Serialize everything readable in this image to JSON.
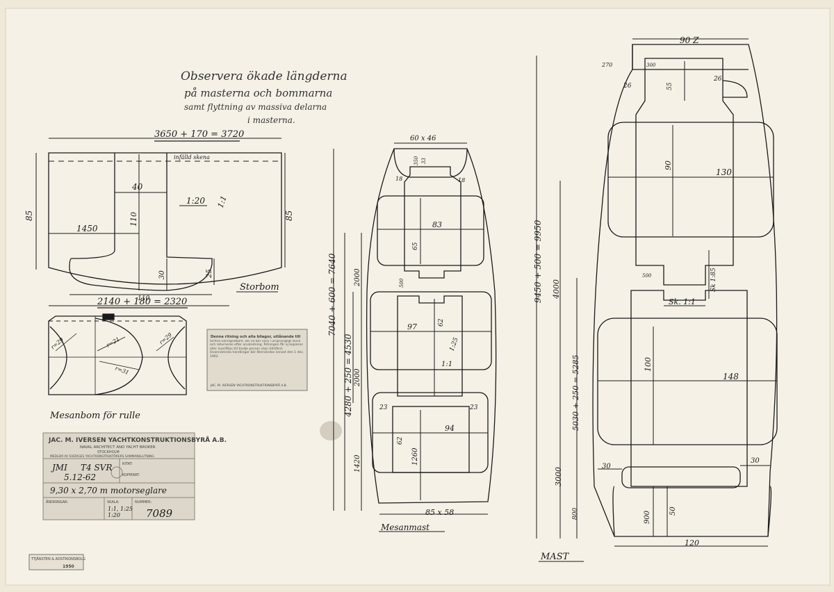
{
  "note": {
    "line1": "Observera ökade längderna",
    "line2": "på masterna och bommarna",
    "line3": "samt flyttning av massiva delarna",
    "line4": "i masterna."
  },
  "storbom": {
    "label": "Storbom",
    "top_dim": "3650 + 170 = 3720",
    "bottom_dim": "2140 + 180 = 2320",
    "rail_note": "infälld skena",
    "left_height": "85",
    "right_height": "85",
    "width_40": "40",
    "dim_110_v": "110",
    "dim_1450": "1450",
    "scale_1_20": "1:20",
    "scale_1_1": "1:1",
    "dim_30": "30",
    "dim_25": "25",
    "dim_110_h": "110"
  },
  "mesanbom": {
    "label": "Mesanbom för rulle",
    "r29_left": "r=29",
    "r21": "r=21",
    "r29_right": "r=29",
    "r31": "r=31"
  },
  "notice": {
    "title": "Denna ritning och alla bilagor, utlånande till",
    "body": "förfina näringsidkare. De 10 bör vara i ursprungligt skick och returneras efter användning. Ritningen får ej kopieras eller överlåtas till tredje person utan tillstånd. Ovannämnda handlingar bör återsändas senast den 1 dec. 1962.",
    "footer": "JAC. M. IVERSEN YACHTKONSTRUKTIONSBYRÅ A.B."
  },
  "titleblock": {
    "company": "JAC. M. IVERSEN YACHTKONSTRUKTIONSBYRÅ A.B.",
    "sub1": "NAVAL ARCHITECT AND YACHT BROKER",
    "sub2": "STOCKHOLM",
    "sub3": "MEDLEM AV SVERIGES YACHTKONSTRUKTÖRERS SAMMANSLUTNING",
    "ritat_label": "RITAT:",
    "kopierat_label": "KOPIERAT:",
    "drawn_by": "JMI",
    "checked_by": "T4 SVR",
    "date": "5.12-62",
    "vessel": "9,30 x 2,70 m motorseglare",
    "andringar_label": "ÄNDRINGAR:",
    "skala_label": "SKALA:",
    "scale": "1:1, 1:25",
    "scale2": "1:20",
    "nummer_label": "NUMMER:",
    "number": "7089"
  },
  "stamp_small": {
    "line1": "TTJÄNSTEN & ADSTRIONSBOLG",
    "line2": "1950"
  },
  "mesanmast": {
    "label": "Mesanmast",
    "top_dim": "60 x 46",
    "bottom_dim": "85 x 58",
    "overall": "7040 + 600 = 7640",
    "lower": "4280 + 250 = 4530",
    "d2000a": "2000",
    "d2000b": "2000",
    "d1420": "1420",
    "d18a": "18",
    "d18b": "18",
    "d350": "350",
    "d33": "33",
    "d83": "83",
    "d65": "65",
    "d500": "500",
    "d97": "97",
    "d62": "62",
    "d125": "1:25",
    "d11": "1:1",
    "d23a": "23",
    "d23b": "23",
    "d94": "94",
    "d62b": "62",
    "d1260": "1260"
  },
  "mast": {
    "label": "MAST",
    "top_dim": "90 Z",
    "bottom_dim": "120",
    "overall": "9450 + 500 = 9950",
    "lower": "5030 + 250 = 5285",
    "d270": "270",
    "d300": "300",
    "d26a": "26",
    "d26b": "26",
    "d55": "55",
    "d90": "90",
    "d130": "130",
    "d4000": "4000",
    "d3000": "3000",
    "d800": "800",
    "d500": "500",
    "sk185": "Sk 1:85",
    "sk11": "Sk. 1:1",
    "d100": "100",
    "d148": "148",
    "d30a": "30",
    "d30b": "30",
    "d900": "900",
    "d50": "50"
  }
}
